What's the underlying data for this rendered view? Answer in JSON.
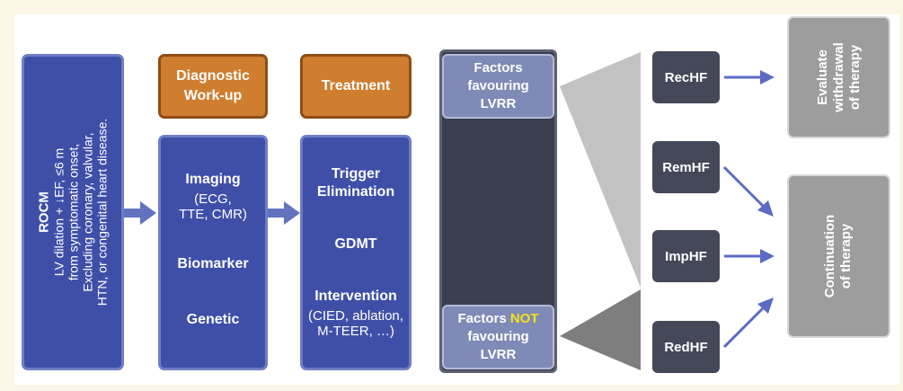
{
  "rocm": {
    "title": "ROCM",
    "lines": [
      "LV dilation + ↓EF, ≤6 m",
      "from symptomatic onset,",
      "Excluding coronary, valvular,",
      "HTN, or congenital heart disease."
    ]
  },
  "diagnostic": {
    "header": [
      "Diagnostic",
      "Work-up"
    ],
    "imaging": "Imaging",
    "imaging_detail": [
      "(ECG,",
      "TTE, CMR)"
    ],
    "biomarker": "Biomarker",
    "genetic": "Genetic"
  },
  "treatment": {
    "header": "Treatment",
    "trigger": [
      "Trigger",
      "Elimination"
    ],
    "gdmt": "GDMT",
    "intervention": "Intervention",
    "intervention_detail": [
      "(CIED, ablation,",
      "M-TEER, …)"
    ]
  },
  "factors": {
    "favouring": [
      "Factors",
      "favouring",
      "LVRR"
    ],
    "not_prefix": "Factors ",
    "not_highlight": "NOT",
    "not_rest": [
      "favouring",
      "LVRR"
    ]
  },
  "outcomes": [
    "RecHF",
    "RemHF",
    "ImpHF",
    "RedHF"
  ],
  "evaluate": [
    "Evaluate",
    "withdrawal",
    "of therapy"
  ],
  "continuation": [
    "Continuation",
    "of therapy"
  ],
  "colors": {
    "blue": "#3f4fa8",
    "orange": "#cf7d2e",
    "dark": "#3a3e50",
    "arrow": "#6272c0",
    "gray": "#9d9d9d",
    "highlight": "#f4e21a"
  }
}
